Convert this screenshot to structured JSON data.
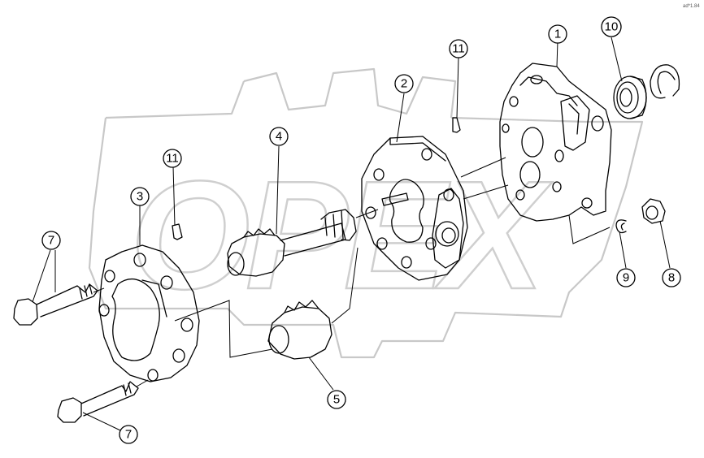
{
  "diagram": {
    "corner_tag": "ad*1.84",
    "callouts": [
      {
        "id": "c1",
        "label": "1"
      },
      {
        "id": "c2",
        "label": "2"
      },
      {
        "id": "c3",
        "label": "3"
      },
      {
        "id": "c4",
        "label": "4"
      },
      {
        "id": "c5",
        "label": "5"
      },
      {
        "id": "c7a",
        "label": "7"
      },
      {
        "id": "c7b",
        "label": "7"
      },
      {
        "id": "c8",
        "label": "8"
      },
      {
        "id": "c9",
        "label": "9"
      },
      {
        "id": "c10",
        "label": "10"
      },
      {
        "id": "c11a",
        "label": "11"
      },
      {
        "id": "c11b",
        "label": "11"
      }
    ],
    "watermark": {
      "text": "OPEX"
    }
  }
}
